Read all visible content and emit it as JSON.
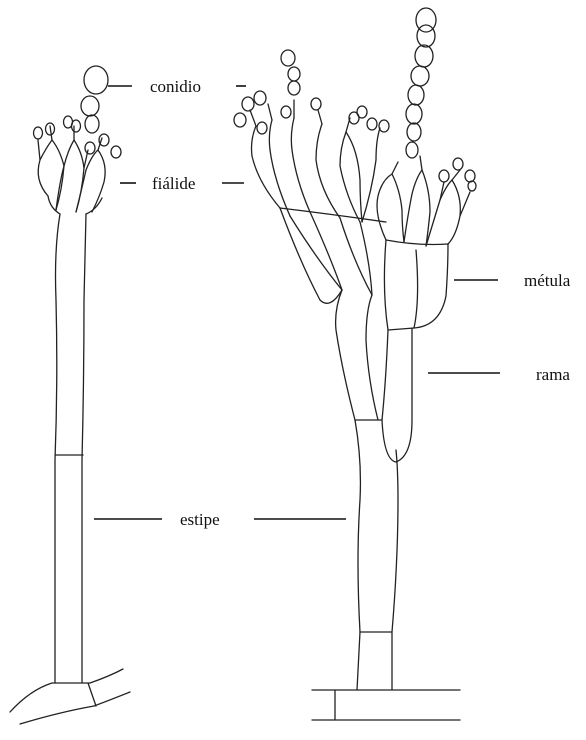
{
  "labels": {
    "conidio": "conidio",
    "fialide": "fiálide",
    "metula": "métula",
    "rama": "rama",
    "estipe": "estipe"
  },
  "colors": {
    "line": "#222222",
    "background": "#ffffff"
  }
}
